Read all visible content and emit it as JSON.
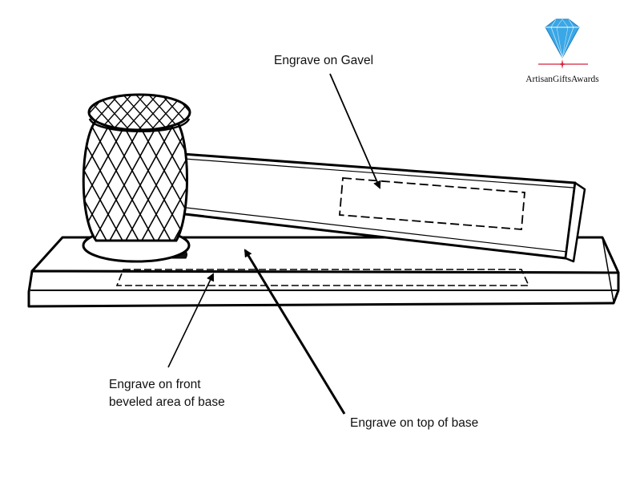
{
  "brand": {
    "name": "ArtisanGiftsAwards",
    "logo_icon": "diamond-icon",
    "accent_color": "#3aa7e6",
    "underline_color": "#d2243f"
  },
  "labels": {
    "gavel": "Engrave on Gavel",
    "front_line1": "Engrave on front",
    "front_line2": "beveled area of base",
    "top_base": "Engrave on top of base"
  },
  "colors": {
    "line": "#000000",
    "background": "#ffffff"
  }
}
